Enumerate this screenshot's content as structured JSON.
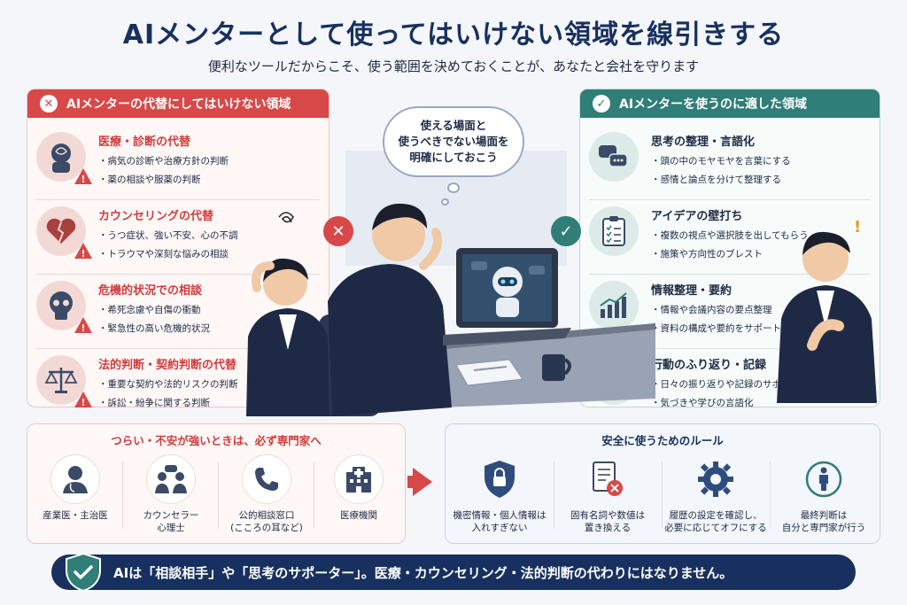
{
  "header": {
    "title": "AIメンターとして使ってはいけない領域を線引きする",
    "subtitle": "便利なツールだからこそ、使う範囲を決めておくことが、あなたと会社を守ります"
  },
  "left_panel": {
    "title": "AIメンターの代替にしてはいけない領域",
    "badge": "✕",
    "items": [
      {
        "title": "医療・診断の代替",
        "lines": [
          "病気の診断や治療方針の判断",
          "薬の相談や服薬の判断"
        ],
        "icon": "brain-head-icon"
      },
      {
        "title": "カウンセリングの代替",
        "lines": [
          "うつ症状、強い不安、心の不調",
          "トラウマや深刻な悩みの相談"
        ],
        "icon": "broken-heart-icon"
      },
      {
        "title": "危機的状況での相談",
        "lines": [
          "希死念慮や自傷の衝動",
          "緊急性の高い危機的状況"
        ],
        "icon": "skull-icon"
      },
      {
        "title": "法的判断・契約判断の代替",
        "lines": [
          "重要な契約や法的リスクの判断",
          "訴訟・紛争に関する判断"
        ],
        "icon": "scales-icon"
      }
    ]
  },
  "right_panel": {
    "title": "AIメンターを使うのに適した領域",
    "badge": "✓",
    "items": [
      {
        "title": "思考の整理・言語化",
        "lines": [
          "頭の中のモヤモヤを言葉にする",
          "感情と論点を分けて整理する"
        ],
        "icon": "speech-bubbles-icon"
      },
      {
        "title": "アイデアの壁打ち",
        "lines": [
          "複数の視点や選択肢を出してもらう",
          "施策や方向性のブレスト"
        ],
        "icon": "clipboard-checklist-icon"
      },
      {
        "title": "情報整理・要約",
        "lines": [
          "情報や会議内容の要点整理",
          "資料の構成や要約をサポート"
        ],
        "icon": "growth-chart-icon"
      },
      {
        "title": "行動のふり返り・記録",
        "lines": [
          "日々の振り返りや記録のサポート",
          "気づきや学びの言語化"
        ],
        "icon": "calendar-icon"
      }
    ]
  },
  "bubble": {
    "line1": "使える場面と",
    "line2": "使うべきでない場面を",
    "line3": "明確にしておこう"
  },
  "marks": {
    "x": "✕",
    "check": "✓"
  },
  "experts": {
    "title": "つらい・不安が強いときは、必ず専門家へ",
    "items": [
      {
        "label": "産業医・主治医",
        "icon": "doctor-icon"
      },
      {
        "label": "カウンセラー\n心理士",
        "icon": "counselor-icon"
      },
      {
        "label": "公的相談窓口\n(こころの耳など)",
        "icon": "phone-icon"
      },
      {
        "label": "医療機関",
        "icon": "hospital-icon"
      }
    ]
  },
  "rules": {
    "title": "安全に使うためのルール",
    "items": [
      {
        "label": "機密情報・個人情報は\n入れすぎない",
        "icon": "shield-lock-icon"
      },
      {
        "label": "固有名詞や数値は\n置き換える",
        "icon": "document-x-icon"
      },
      {
        "label": "履歴の設定を確認し、\n必要に応じてオフにする",
        "icon": "gear-icon"
      },
      {
        "label": "最終判断は\n自分と専門家が行う",
        "icon": "person-icon"
      }
    ]
  },
  "footer": {
    "text": "AIは「相談相手」や「思考のサポーター」。医療・カウンセリング・法的判断の代わりにはなりません。"
  },
  "colors": {
    "navy": "#17305f",
    "red": "#d94848",
    "teal": "#2f7e77"
  }
}
